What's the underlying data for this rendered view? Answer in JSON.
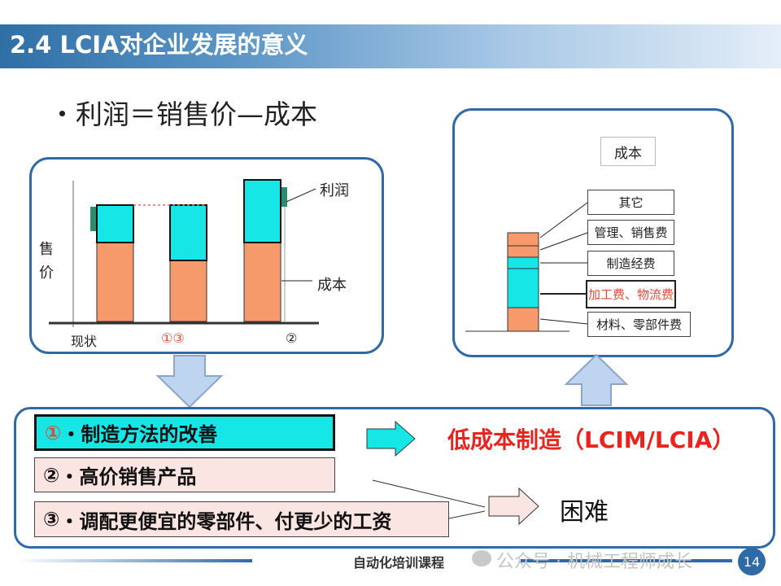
{
  "title": "2.4 LCIA对企业发展的意义",
  "formula": "・利润＝销售价—成本",
  "left_chart": {
    "y_label_1": "售",
    "y_label_2": "价",
    "profit_label": "利润",
    "cost_label": "成本",
    "x_labels": [
      "现状",
      "①③",
      "②"
    ]
  },
  "right_chart": {
    "title": "成本",
    "items": [
      "其它",
      "管理、销售费",
      "制造经费",
      "加工费、物流费",
      "材料、零部件费"
    ]
  },
  "options": [
    {
      "num": "①",
      "text": "・制造方法的改善"
    },
    {
      "num": "②",
      "text": "・高价销售产品"
    },
    {
      "num": "③",
      "text": "・调配更便宜的零部件、付更少的工资"
    }
  ],
  "result_good": "低成本制造（LCIM/LCIA）",
  "result_bad": "困难",
  "footer": {
    "label": "自动化培训课程",
    "watermark": "公众号 · 机械工程师成长",
    "page_number": "14"
  },
  "colors": {
    "accent_blue": "#2f6aa6",
    "cost_orange": "#f79a6b",
    "profit_cyan": "#17e6e6",
    "result_red": "#e8241f"
  }
}
